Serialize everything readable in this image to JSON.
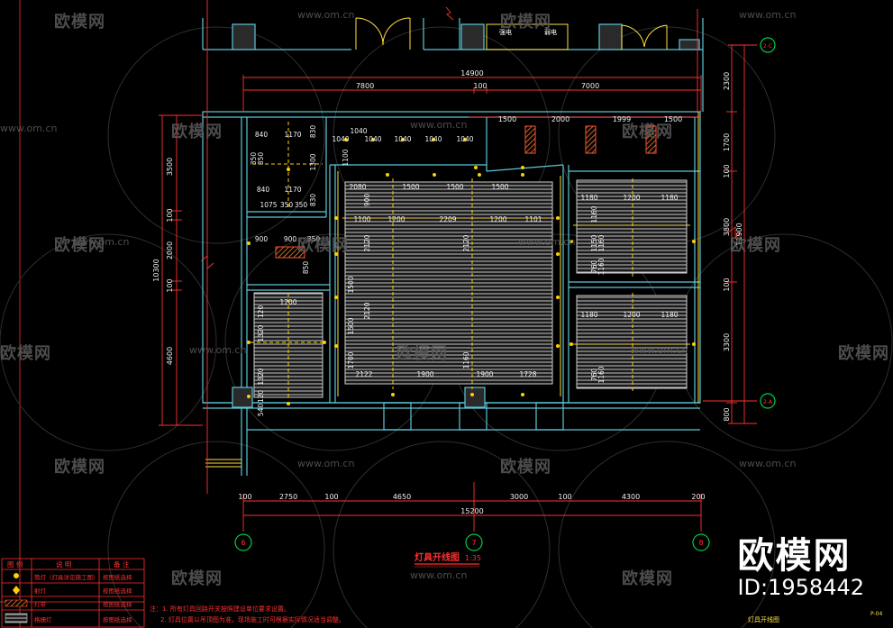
{
  "watermark": {
    "brand": "欧模网",
    "url": "www.om.cn"
  },
  "brand": {
    "logo": "欧模网",
    "id": "ID:1958442"
  },
  "title": {
    "main": "灯具开线图",
    "scale": "1:35"
  },
  "sheet": {
    "label": "灯具开线图",
    "code": "P-04"
  },
  "doors": {
    "left": "强电",
    "right": "弱电"
  },
  "top_dims": {
    "overall": "14900",
    "row2": [
      "7800",
      "100",
      "7000"
    ],
    "row3": [
      "1500",
      "2000",
      "1999",
      "1500"
    ]
  },
  "bottom_dims": {
    "row1": [
      "100",
      "2750",
      "100",
      "4650",
      "3000",
      "100",
      "4300",
      "200"
    ],
    "overall": "15200"
  },
  "left_dims": {
    "chain": [
      "3500",
      "100",
      "2000",
      "100",
      "4600"
    ],
    "overall": "10300"
  },
  "right_dims": {
    "chain": [
      "2300",
      "1700",
      "100",
      "3800",
      "100",
      "3300",
      "800"
    ],
    "overall": "11900"
  },
  "axes": {
    "bottom": [
      "6",
      "7",
      "8"
    ],
    "right": [
      "2-C",
      "2-A"
    ]
  },
  "room_dims": {
    "top_left": [
      "840",
      "1170",
      "830",
      "1300",
      "840",
      "1170",
      "350",
      "350",
      "1075",
      "350",
      "350",
      "830"
    ],
    "corridor": [
      "1040",
      "1040",
      "1040",
      "1040",
      "1040",
      "1040",
      "1100"
    ],
    "center_top": [
      "2080",
      "1500",
      "1500",
      "1500",
      "900"
    ],
    "center_row": [
      "1100",
      "1200",
      "2209",
      "1200",
      "1101"
    ],
    "center_vert": [
      "2120",
      "1500",
      "2120",
      "1500",
      "2120",
      "1700",
      "1160"
    ],
    "center_bottom": [
      "2122",
      "1900",
      "1900",
      "1728"
    ],
    "office_small": [
      "900",
      "900",
      "350",
      "850"
    ],
    "right_top": [
      "1180",
      "1200",
      "1180",
      "1160",
      "1150",
      "1160",
      "760",
      "1160"
    ],
    "right_bottom": [
      "1180",
      "1200",
      "1180",
      "760",
      "1160"
    ],
    "left_bottom": [
      "1200",
      "120",
      "1320",
      "1320",
      "120",
      "540"
    ]
  },
  "legend": {
    "headers": [
      "图 例",
      "说 明",
      "备 注"
    ],
    "rows": [
      {
        "desc": "筒灯（灯具详见施工图）",
        "note": "按图纸选择"
      },
      {
        "desc": "射灯",
        "note": "按图纸选择"
      },
      {
        "desc": "灯带",
        "note": "按图纸选择"
      },
      {
        "desc": "格栅灯",
        "note": "按图纸选择"
      }
    ]
  },
  "notes": [
    "注：1. 所有灯具回路开关按照建设单位要求设置。",
    "2. 灯具位置以吊顶图为准，现场施工时可根据实际情况适当调整。"
  ],
  "colors": {
    "wall": "#5cc8d8",
    "dim": "#ff3030",
    "door": "#ffe040",
    "light": "#ffd000",
    "grille": "#ffffff",
    "axis": "#00d040"
  }
}
